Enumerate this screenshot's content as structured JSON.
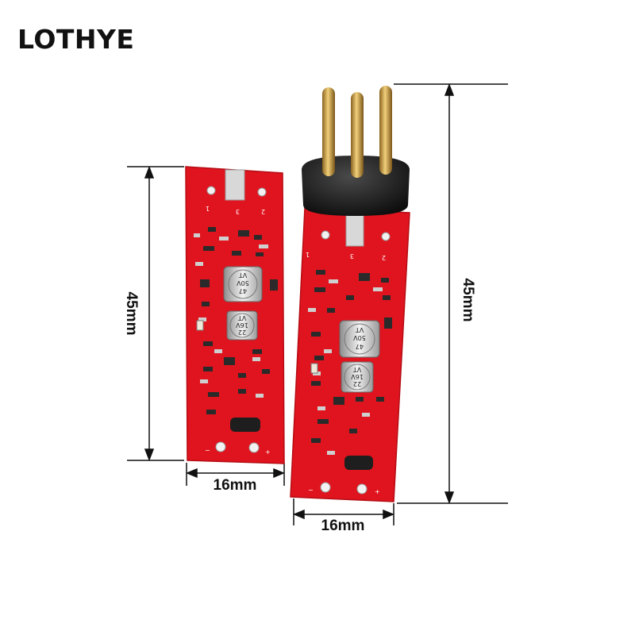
{
  "brand": {
    "name": "LOTHYE"
  },
  "dimensions": {
    "left_height": "45mm",
    "left_width": "16mm",
    "right_height": "45mm",
    "right_width": "16mm"
  },
  "colors": {
    "pcb": "#e0141e",
    "pin": "#c89a3a",
    "connector": "#1a1a1a"
  },
  "left_board": {
    "pin_labels": [
      "1",
      "3",
      "2"
    ],
    "cap_large": [
      "47",
      "50V",
      "VT"
    ],
    "cap_small": [
      "22",
      "16V",
      "VT"
    ],
    "power_minus": "−",
    "power_plus": "+"
  },
  "right_board": {
    "pin_labels": [
      "1",
      "3",
      "2"
    ],
    "cap_large": [
      "47",
      "50V",
      "VT"
    ],
    "cap_small": [
      "22",
      "16V",
      "VT"
    ],
    "power_minus": "−",
    "power_plus": "+"
  }
}
